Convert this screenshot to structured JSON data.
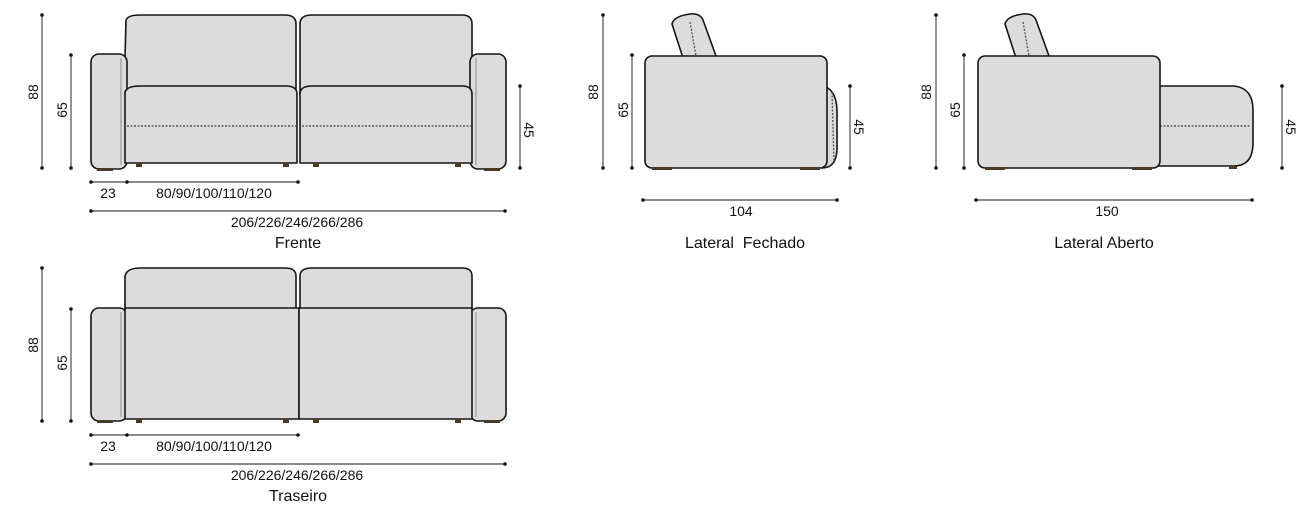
{
  "views": {
    "front": {
      "caption": "Frente",
      "height_total": "88",
      "height_back": "65",
      "height_seat": "45",
      "arm_width": "23",
      "seat_width": "80/90/100/110/120",
      "total_width": "206/226/246/266/286"
    },
    "side_closed": {
      "caption": "Lateral  Fechado",
      "height_total": "88",
      "height_back": "65",
      "height_seat": "45",
      "depth": "104"
    },
    "side_open": {
      "caption": "Lateral Aberto",
      "height_total": "88",
      "height_back": "65",
      "height_seat": "45",
      "depth": "150"
    },
    "back": {
      "caption": "Traseiro",
      "height_total": "88",
      "height_back": "65",
      "arm_width": "23",
      "seat_width": "80/90/100/110/120",
      "total_width": "206/226/246/266/286"
    }
  },
  "colors": {
    "upholstery": "#dcdcdc",
    "outline": "#141414",
    "feet": "#4a3a2a"
  }
}
